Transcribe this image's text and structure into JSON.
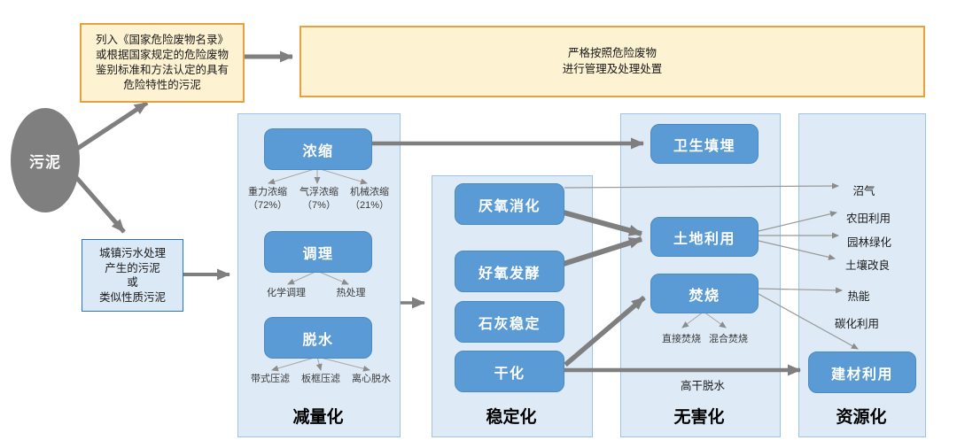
{
  "root_node": {
    "label": "污泥"
  },
  "hazardous": {
    "criteria": "列入《国家危险废物名录》\n或根据国家规定的危险废物\n鉴别标准和方法认定的具有\n危险特性的污泥",
    "management": "严格按照危险废物\n进行管理及处理处置"
  },
  "municipal": {
    "label": "城镇污水处理\n产生的污泥\n或\n类似性质污泥"
  },
  "columns": [
    {
      "title": "减量化",
      "boxes": [
        {
          "label": "浓缩",
          "subs": [
            "重力浓缩\n（72%）",
            "气浮浓缩\n（7%）",
            "机械浓缩\n（21%）"
          ]
        },
        {
          "label": "调理",
          "subs": [
            "化学调理",
            "热处理"
          ]
        },
        {
          "label": "脱水",
          "subs": [
            "带式压滤",
            "板框压滤",
            "离心脱水"
          ]
        }
      ]
    },
    {
      "title": "稳定化",
      "boxes": [
        {
          "label": "厌氧消化"
        },
        {
          "label": "好氧发酵"
        },
        {
          "label": "石灰稳定"
        },
        {
          "label": "干化"
        }
      ]
    },
    {
      "title": "无害化",
      "edge_label": "高干脱水",
      "boxes": [
        {
          "label": "卫生填埋"
        },
        {
          "label": "土地利用"
        },
        {
          "label": "焚烧",
          "subs": [
            "直接焚烧",
            "混合焚烧"
          ]
        }
      ]
    },
    {
      "title": "资源化",
      "outputs": [
        "沼气",
        "农田利用",
        "园林绿化",
        "土壤改良",
        "热能",
        "碳化利用"
      ],
      "boxes": [
        {
          "label": "建材利用"
        }
      ]
    }
  ],
  "colors": {
    "node_fill": "#5b9bd5",
    "node_border": "#4a8ac0",
    "column_fill": "#deeaf6",
    "column_border": "#9dc3e6",
    "hazard_fill": "#fdf2d2",
    "hazard_border": "#e8a13c",
    "municipal_fill": "#dbe8f6",
    "municipal_border": "#2e75b6",
    "root_fill": "#7f7f7f",
    "arrow_gray": "#7f7f7f",
    "thin_line_gray": "#999999"
  }
}
